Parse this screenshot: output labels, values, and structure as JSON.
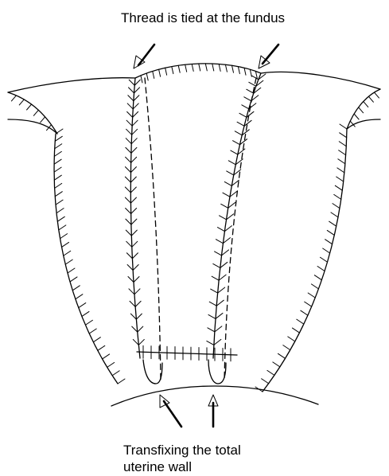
{
  "labels": {
    "top": "Thread is tied at the fundus",
    "bottom_line1": "Transfixing the total",
    "bottom_line2": "uterine wall"
  }
}
